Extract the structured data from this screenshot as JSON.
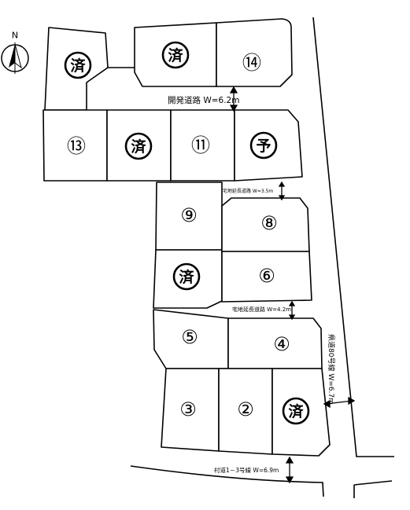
{
  "compass": {
    "label": "N"
  },
  "roads": {
    "dev_road": "開発道路 W=6.2m",
    "ext_road_1": "宅地延長道路 W=3.5m",
    "ext_road_2": "宅地延長道路 W=4.2m",
    "village_road": "村道1－3号線 W=6.9m",
    "prefectural_road": "県道80号線 W=6.7m"
  },
  "lots": [
    {
      "id": "A",
      "label": "済"
    },
    {
      "id": "B",
      "label": "済"
    },
    {
      "id": "14",
      "label": "⑭"
    },
    {
      "id": "13",
      "label": "⑬"
    },
    {
      "id": "C",
      "label": "済"
    },
    {
      "id": "11",
      "label": "⑪"
    },
    {
      "id": "D",
      "label": "予"
    },
    {
      "id": "9",
      "label": "⑨"
    },
    {
      "id": "8",
      "label": "⑧"
    },
    {
      "id": "E",
      "label": "済"
    },
    {
      "id": "6",
      "label": "⑥"
    },
    {
      "id": "5",
      "label": "⑤"
    },
    {
      "id": "4",
      "label": "④"
    },
    {
      "id": "3",
      "label": "③"
    },
    {
      "id": "2",
      "label": "②"
    },
    {
      "id": "F",
      "label": "済"
    }
  ]
}
